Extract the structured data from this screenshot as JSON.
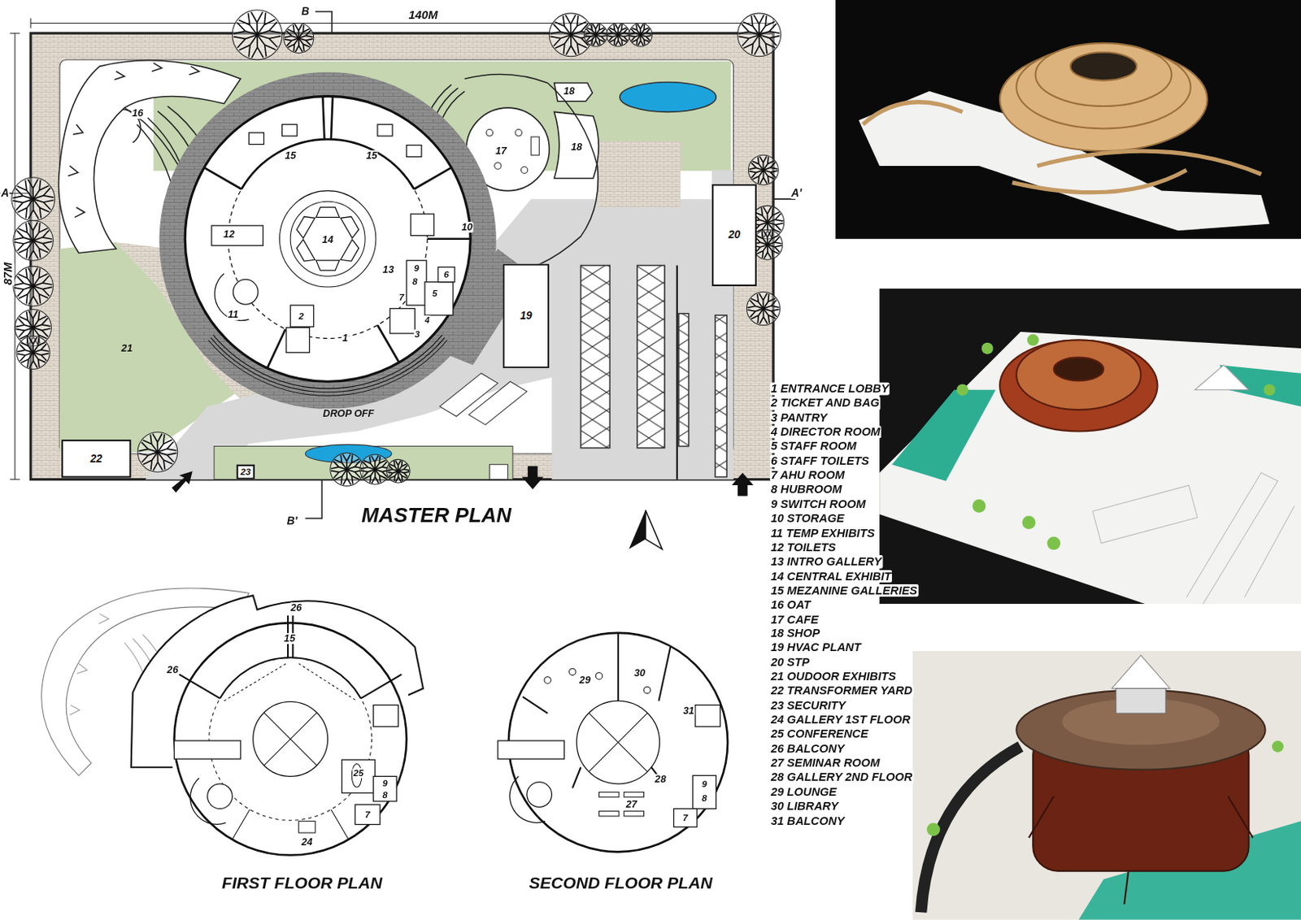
{
  "diagram": {
    "nodes": [
      {
        "text": [
          "20"
        ]
      },
      {
        "text": [
          "19"
        ]
      },
      {
        "text": [
          "22"
        ]
      },
      {
        "text": [
          "23"
        ]
      }
    ],
    "labels": [
      "B",
      "140M",
      "A",
      "A'",
      "87M",
      "18",
      "16",
      "15",
      "15",
      "17",
      "18",
      "12",
      "14",
      "10",
      "9",
      "13",
      "8",
      "6",
      "7",
      "5",
      "11",
      "4",
      "2",
      "1",
      "3",
      "21",
      "DROP OFF",
      "B'",
      "MASTER PLAN",
      "26",
      "15",
      "26",
      "25",
      "9",
      "8",
      "7",
      "24",
      "FIRST FLOOR PLAN",
      "29",
      "30",
      "31",
      "28",
      "27",
      "9",
      "8",
      "7",
      "SECOND FLOOR PLAN",
      "1 ENTRANCE LOBBY",
      "2 TICKET AND BAG",
      "3 PANTRY",
      "4 DIRECTOR ROOM",
      "5 STAFF ROOM",
      "6 STAFF TOILETS",
      "7 AHU ROOM",
      "8 HUBROOM",
      "9 SWITCH ROOM",
      "10 STORAGE",
      "11 TEMP EXHIBITS",
      "12 TOILETS",
      "13 INTRO GALLERY",
      "14 CENTRAL EXHIBIT",
      "15 MEZANINE GALLERIES",
      "16 OAT",
      "17 CAFE",
      "18 SHOP",
      "19 HVAC PLANT",
      "20 STP",
      "21 OUDOOR EXHIBITS",
      "22 TRANSFORMER YARD",
      "23 SECURITY",
      "24 GALLERY 1ST FLOOR",
      "25 CONFERENCE",
      "26 BALCONY",
      "27 SEMINAR ROOM",
      "28 GALLERY 2ND FLOOR",
      "29 LOUNGE",
      "30 LIBRARY",
      "31 BALCONY"
    ]
  }
}
